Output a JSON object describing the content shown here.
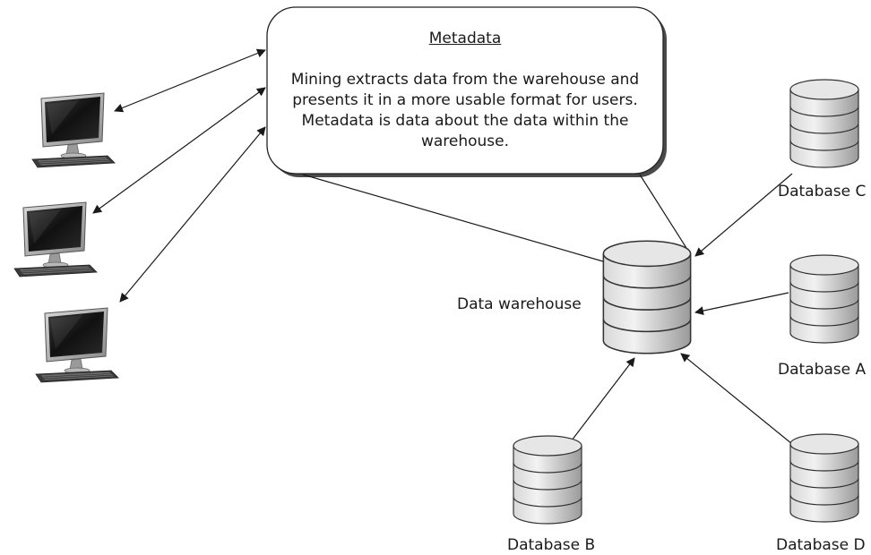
{
  "metadata_box": {
    "title": "Metadata",
    "body": "Mining extracts data from the warehouse and presents it in a more usable format for users. Metadata is data about the data within the warehouse."
  },
  "labels": {
    "warehouse": "Data warehouse",
    "db_c": "Database C",
    "db_a": "Database A",
    "db_b": "Database B",
    "db_d": "Database D"
  },
  "colors": {
    "line": "#1a1a1a",
    "cylinder_light": "#e8e8e8",
    "cylinder_mid": "#c4c4c4",
    "cylinder_dark": "#8c8c8c",
    "screen": "#1c1c1c"
  }
}
